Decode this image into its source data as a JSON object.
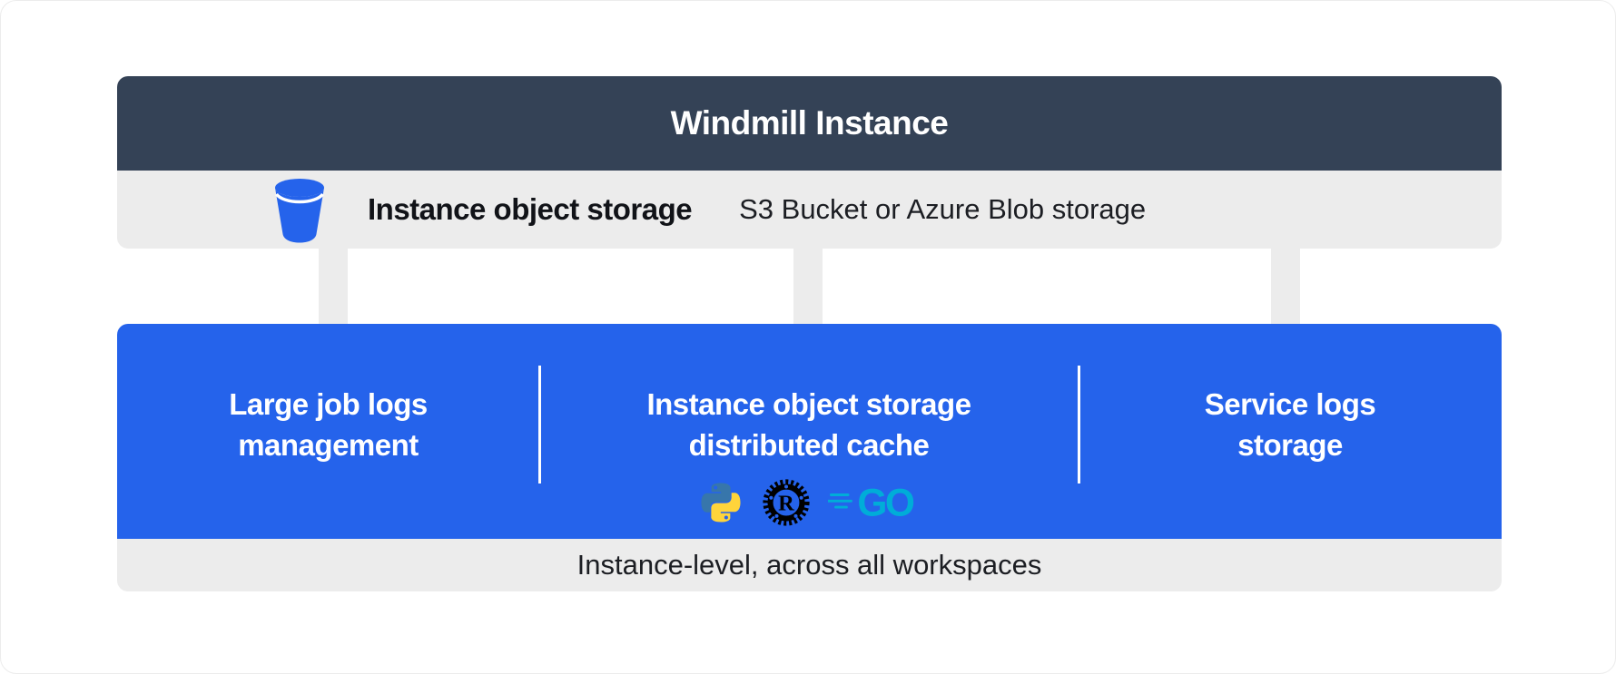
{
  "header": {
    "title": "Windmill Instance"
  },
  "storage_row": {
    "icon": "bucket-icon",
    "label": "Instance object storage",
    "description": "S3 Bucket or Azure Blob storage"
  },
  "sections": [
    {
      "name": "large-job-logs",
      "lines": [
        "Large job logs",
        "management"
      ]
    },
    {
      "name": "distributed-cache",
      "lines": [
        "Instance object storage",
        "distributed cache"
      ],
      "icons": [
        "python-icon",
        "rust-icon",
        "go-icon"
      ]
    },
    {
      "name": "service-logs",
      "lines": [
        "Service logs",
        "storage"
      ]
    }
  ],
  "footer": {
    "label": "Instance-level, across all workspaces"
  },
  "colors": {
    "header_bg": "#344256",
    "strip_bg": "#ececec",
    "accent_blue": "#2563eb",
    "python_blue": "#3776AB",
    "python_yellow": "#FFD43B",
    "go_cyan": "#00ADD8",
    "rust_black": "#000000",
    "text_light": "#ffffff",
    "text_dark": "#111318"
  }
}
